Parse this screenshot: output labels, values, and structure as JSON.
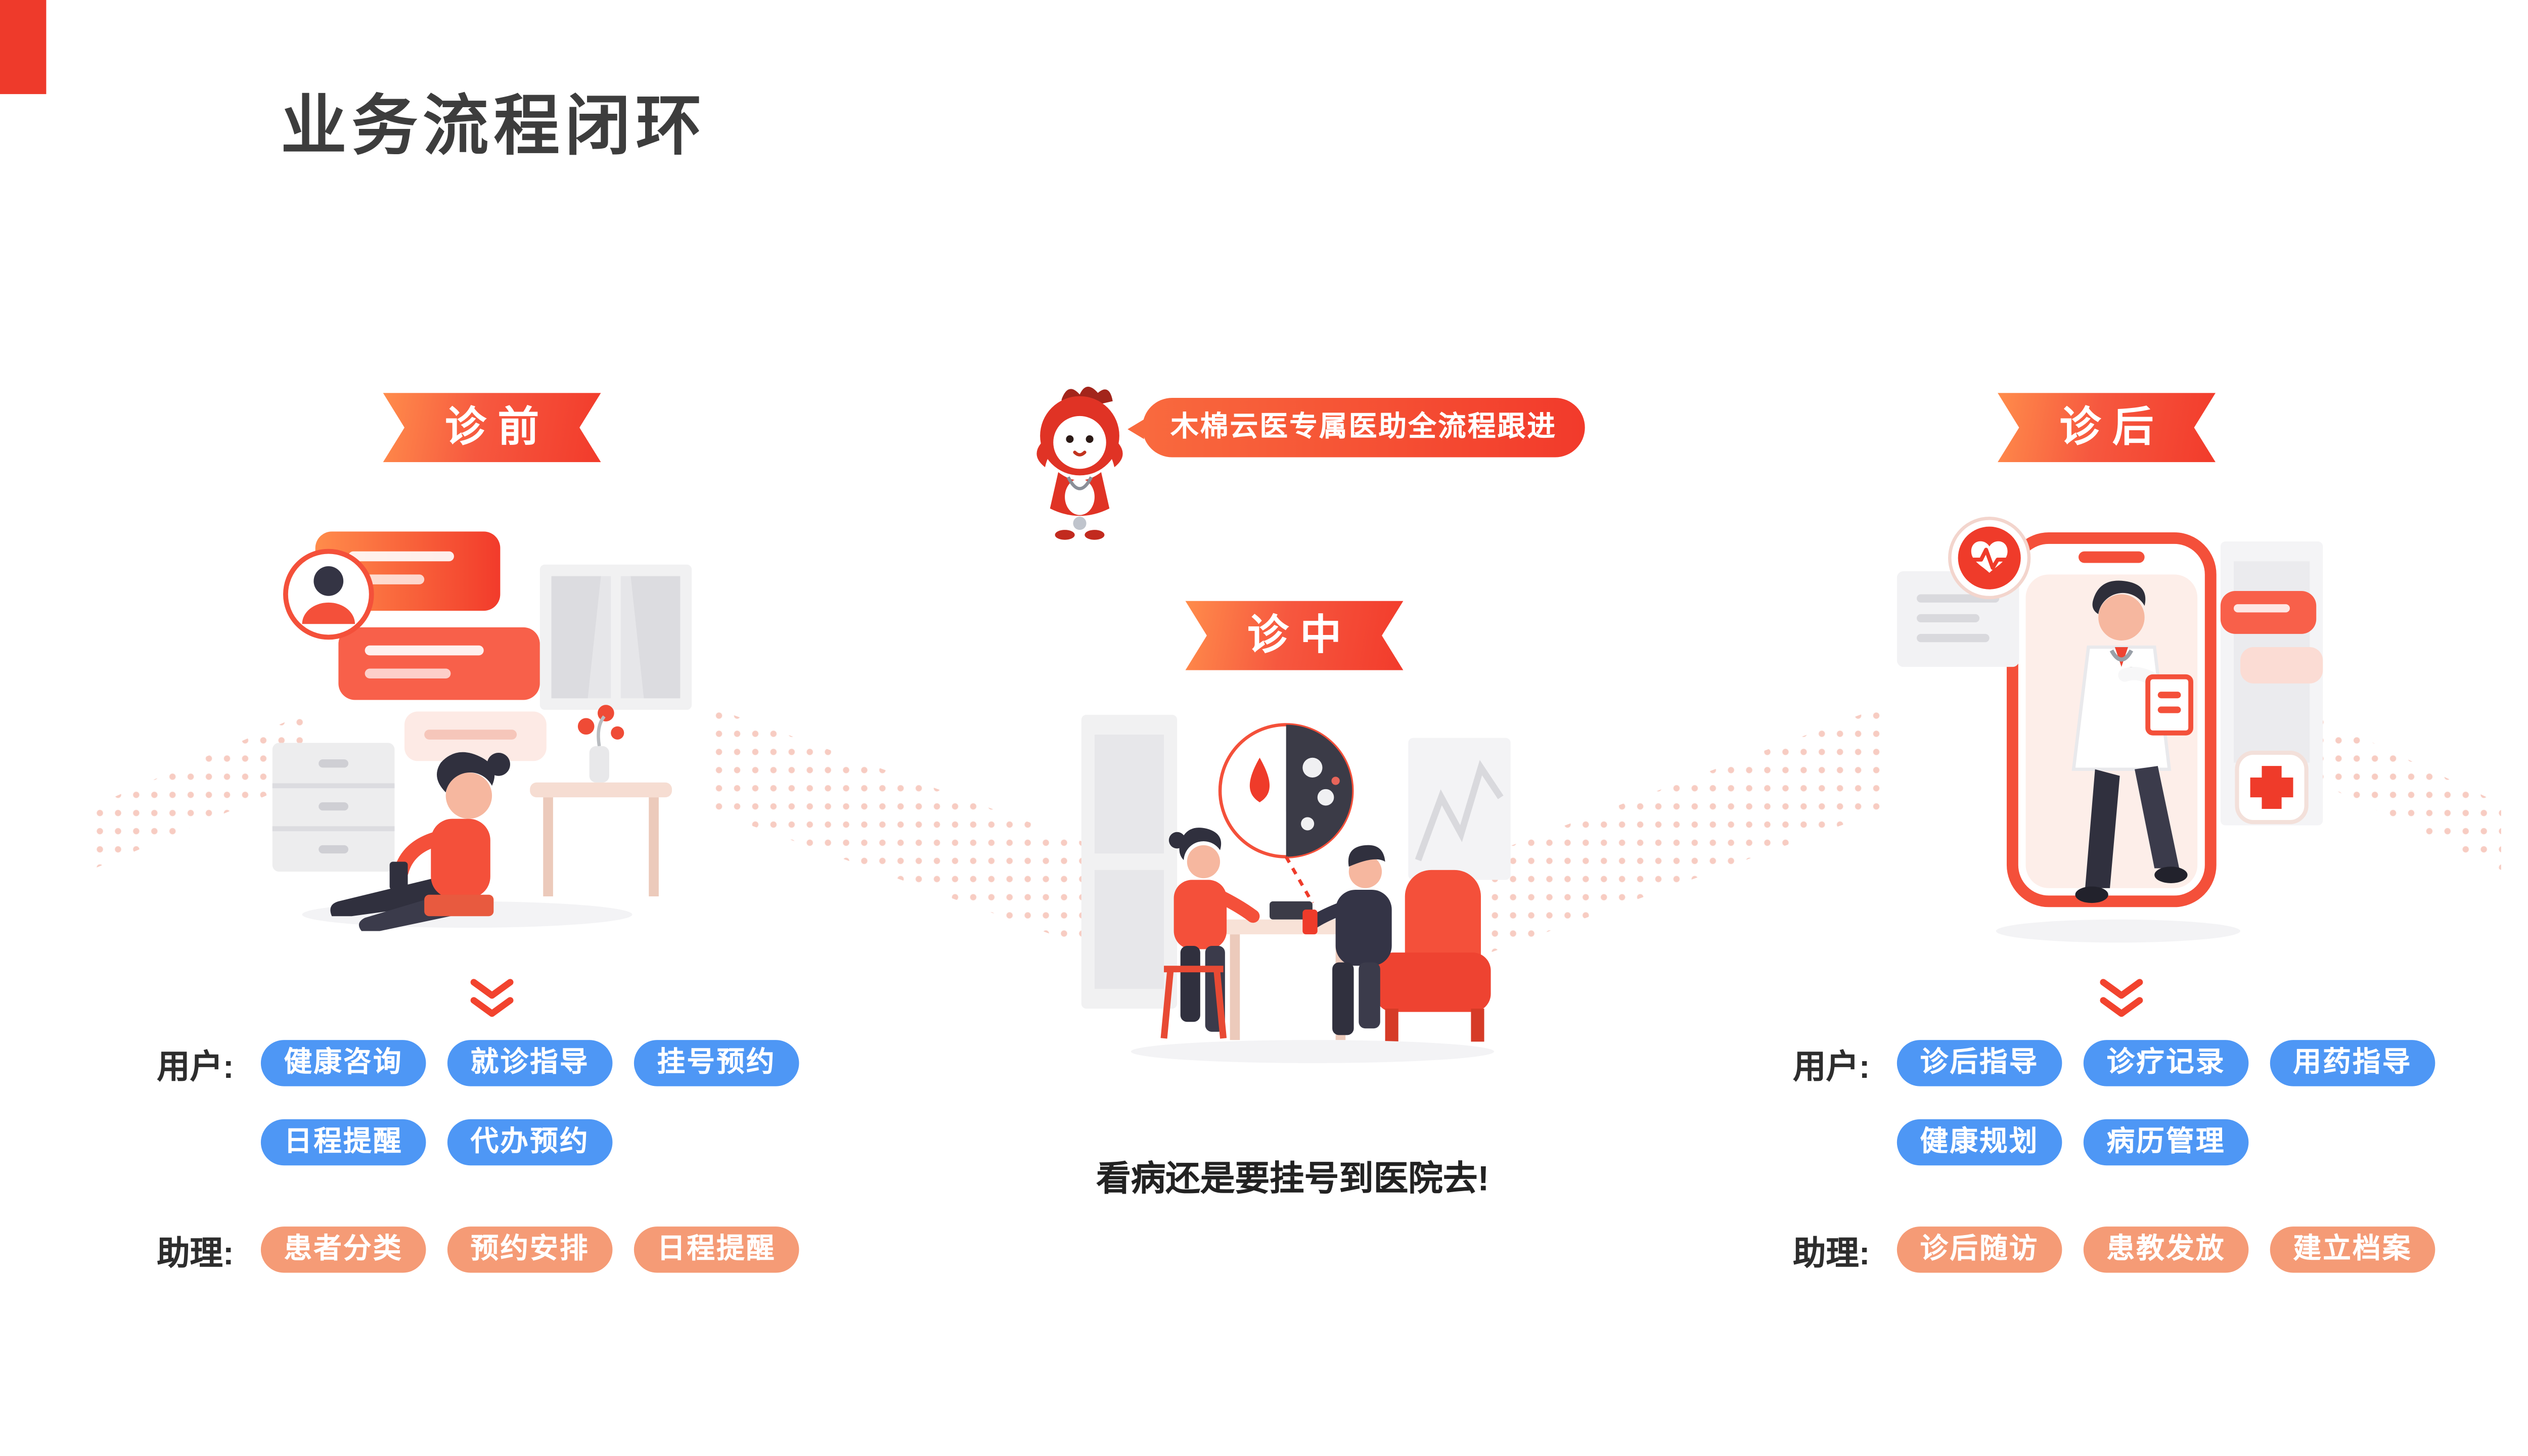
{
  "page": {
    "title": "业务流程闭环"
  },
  "assistant_banner": {
    "text": "木棉云医专属医助全流程跟进"
  },
  "stages": {
    "pre": {
      "banner": "诊前",
      "user_label": "用户:",
      "user_pills": [
        "健康咨询",
        "就诊指导",
        "挂号预约",
        "日程提醒",
        "代办预约"
      ],
      "assistant_label": "助理:",
      "assistant_pills": [
        "患者分类",
        "预约安排",
        "日程提醒"
      ]
    },
    "during": {
      "banner": "诊中",
      "caption": "看病还是要挂号到医院去!"
    },
    "post": {
      "banner": "诊后",
      "user_label": "用户:",
      "user_pills": [
        "诊后指导",
        "诊疗记录",
        "用药指导",
        "健康规划",
        "病历管理"
      ],
      "assistant_label": "助理:",
      "assistant_pills": [
        "诊后随访",
        "患教发放",
        "建立档案"
      ]
    }
  },
  "colors": {
    "accent_red": "#f23b2b",
    "banner_gradient_start": "#ff8c4b",
    "banner_gradient_end": "#f23b2b",
    "pill_blue": "#4e97f5",
    "pill_orange": "#f59b76",
    "dots_pink": "#f6c3b7",
    "title_text": "#3d3d3d"
  },
  "icons": {
    "mascot": "mascot-bird-doctor",
    "chevron": "double-chevron-down"
  }
}
